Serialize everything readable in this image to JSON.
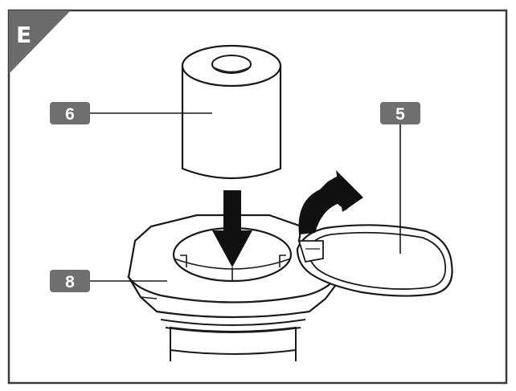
{
  "figure": {
    "step_letter": "E",
    "callouts": [
      {
        "id": "filter-cartridge",
        "label": "6"
      },
      {
        "id": "lid",
        "label": "5"
      },
      {
        "id": "nut",
        "label": "8"
      }
    ]
  },
  "colors": {
    "frame": "#3a3a3a",
    "corner_tab": "#6b6b6b",
    "callout_fill": "#6f6f6f",
    "line_art": "#1a1a1a"
  }
}
